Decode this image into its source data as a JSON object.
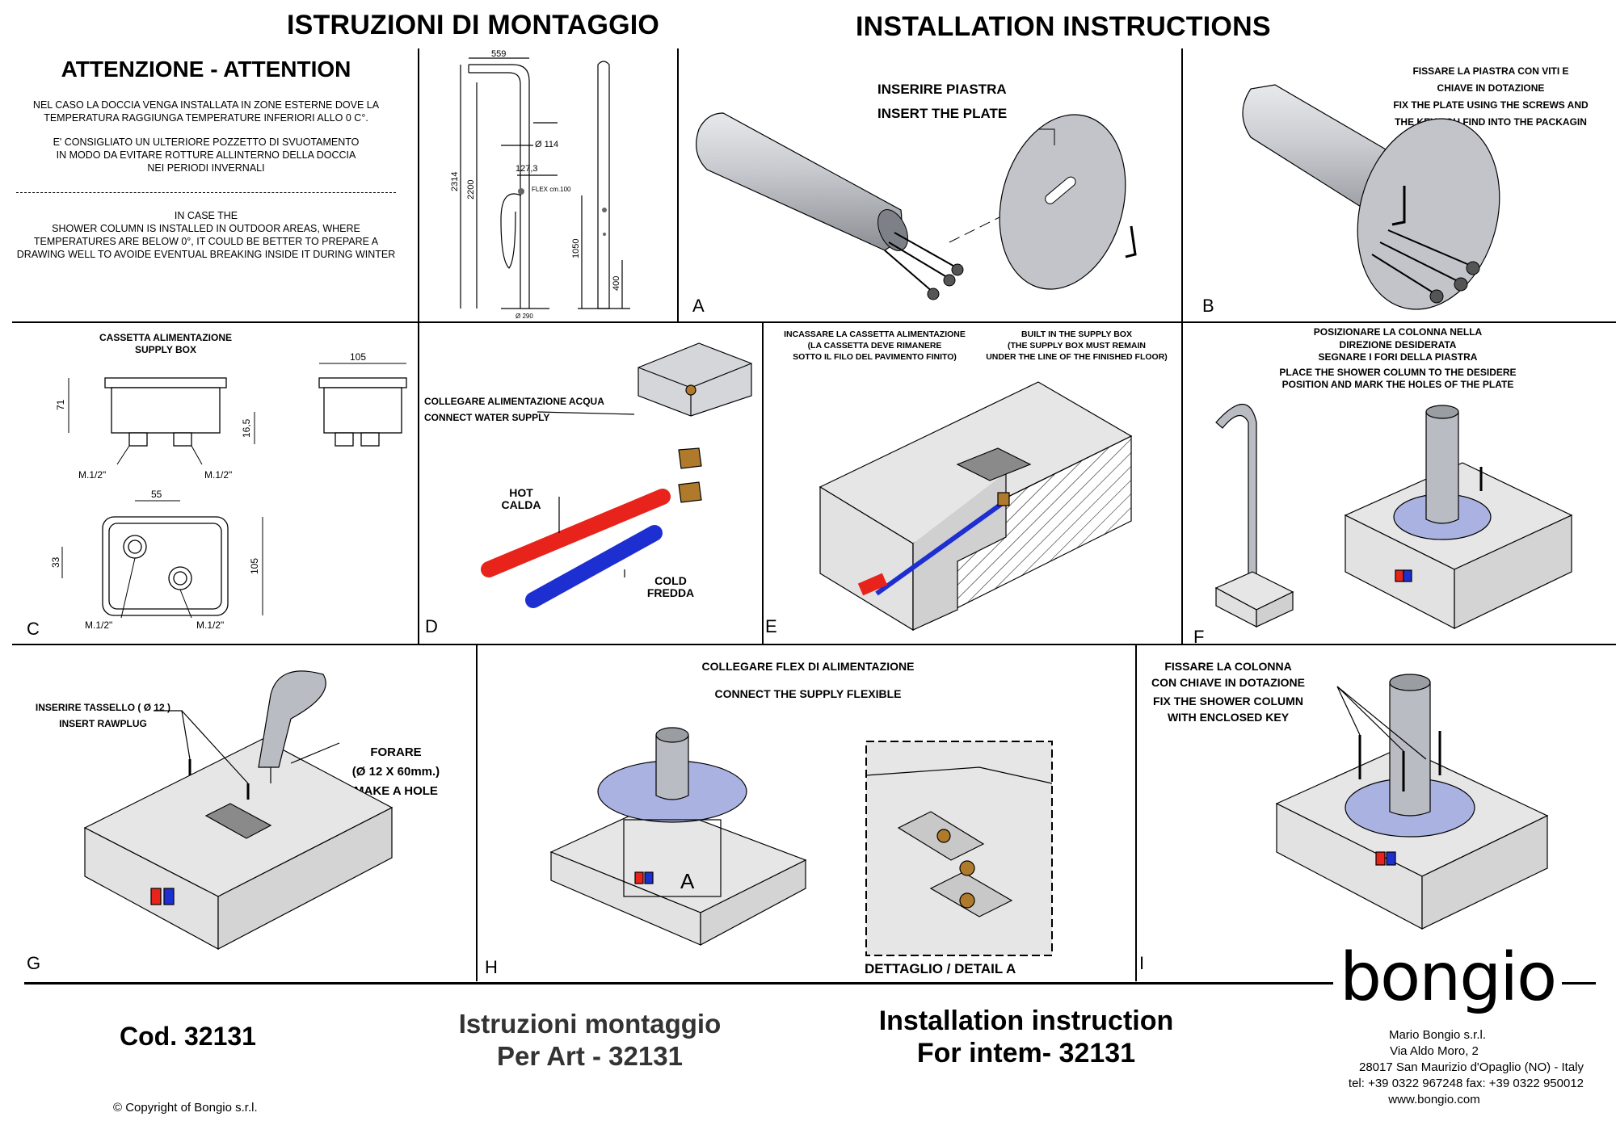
{
  "header": {
    "title_it": "ISTRUZIONI DI MONTAGGIO",
    "title_en": "INSTALLATION INSTRUCTIONS"
  },
  "attention": {
    "title": "ATTENZIONE - ATTENTION",
    "it_line1": "NEL CASO LA DOCCIA VENGA INSTALLATA IN ZONE ESTERNE DOVE LA",
    "it_line2": "TEMPERATURA RAGGIUNGA TEMPERATURE INFERIORI ALLO 0 C°.",
    "it_line3": "E' CONSIGLIATO UN ULTERIORE POZZETTO DI SVUOTAMENTO",
    "it_line4": "IN MODO DA EVITARE ROTTURE ALLINTERNO DELLA DOCCIA",
    "it_line5": "NEI PERIODI INVERNALI",
    "en_line1": "IN CASE THE",
    "en_line2": "SHOWER COLUMN IS INSTALLED IN OUTDOOR AREAS, WHERE",
    "en_line3": "TEMPERATURES ARE BELOW 0°, IT COULD BE BETTER TO PREPARE A",
    "en_line4": "DRAWING WELL TO AVOIDE EVENTUAL BREAKING INSIDE IT DURING WINTER"
  },
  "dims": {
    "d559": "559",
    "d114": "Ø 114",
    "d1273": "127,3",
    "flex": "FLEX cm.100",
    "d2314": "2314",
    "d2200": "2200",
    "d1050": "1050",
    "d400": "400",
    "d290": "Ø 290"
  },
  "panelA": {
    "letter": "A",
    "line1": "INSERIRE PIASTRA",
    "line2": "INSERT THE PLATE"
  },
  "panelB": {
    "letter": "B",
    "line1": "FISSARE LA PIASTRA CON VITI E",
    "line2": "CHIAVE IN DOTAZIONE",
    "line3": "FIX THE PLATE USING THE SCREWS AND",
    "line4": "THE KEY YOU FIND INTO THE PACKAGIN"
  },
  "panelC": {
    "letter": "C",
    "title1": "CASSETTA ALIMENTAZIONE",
    "title2": "SUPPLY BOX",
    "d105a": "105",
    "d71": "71",
    "d165": "16,5",
    "m1": "M.1/2\"",
    "m2": "M.1/2\"",
    "d55": "55",
    "d33": "33",
    "d105b": "105",
    "m3": "M.1/2\"",
    "m4": "M.1/2\""
  },
  "panelD": {
    "letter": "D",
    "connect1": "COLLEGARE ALIMENTAZIONE ACQUA",
    "connect2": "CONNECT WATER SUPPLY",
    "hot1": "HOT",
    "hot2": "CALDA",
    "cold1": "COLD",
    "cold2": "FREDDA"
  },
  "panelE": {
    "letter": "E",
    "it1": "INCASSARE LA CASSETTA ALIMENTAZIONE",
    "it2": "(LA CASSETTA DEVE RIMANERE",
    "it3": "SOTTO IL FILO DEL PAVIMENTO FINITO)",
    "en1": "BUILT IN THE SUPPLY BOX",
    "en2": "(THE SUPPLY BOX MUST REMAIN",
    "en3": "UNDER THE LINE OF THE FINISHED FLOOR)"
  },
  "panelF": {
    "letter": "F",
    "line1": "POSIZIONARE LA COLONNA NELLA",
    "line2": "DIREZIONE DESIDERATA",
    "line3": "SEGNARE I FORI DELLA PIASTRA",
    "line4": "PLACE THE SHOWER COLUMN TO THE DESIDERE",
    "line5": "POSITION AND MARK THE HOLES OF THE PLATE"
  },
  "panelG": {
    "letter": "G",
    "insert1": "INSERIRE TASSELLO ( Ø 12 )",
    "insert2": "INSERT RAWPLUG",
    "drill1": "FORARE",
    "drill2": "(Ø 12 X 60mm.)",
    "drill3": "MAKE A HOLE"
  },
  "panelH": {
    "letter": "H",
    "line1": "COLLEGARE  FLEX DI ALIMENTAZIONE",
    "line2": "CONNECT THE SUPPLY FLEXIBLE",
    "detail_mark": "A",
    "detail": "DETTAGLIO / DETAIL A"
  },
  "panelI": {
    "letter": "I",
    "line1": "FISSARE LA COLONNA",
    "line2": "CON CHIAVE IN DOTAZIONE",
    "line3": "FIX THE SHOWER COLUMN",
    "line4": "WITH ENCLOSED KEY"
  },
  "footer": {
    "code": "Cod. 32131",
    "it1": "Istruzioni montaggio",
    "it2": "Per Art -  32131",
    "en1": "Installation instruction",
    "en2": "For intem- 32131",
    "copyright": "© Copyright of Bongio s.r.l.",
    "logo": "bongio",
    "company": "Mario Bongio s.r.l.",
    "street": "Via Aldo Moro, 2",
    "city": "28017 San Maurizio d'Opaglio (NO) - Italy",
    "phone": "tel: +39 0322 967248    fax: +39 0322 950012",
    "web": "www.bongio.com"
  },
  "colors": {
    "hot": "#e8231c",
    "cold": "#1e2fd1",
    "metal": "#b9bcc2",
    "concrete": "#e6e6e6",
    "plate": "#a9b2e0"
  }
}
